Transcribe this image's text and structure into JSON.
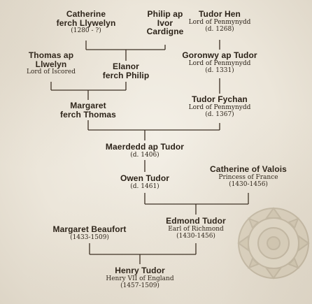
{
  "people": {
    "catherine_ferch_llywelyn": {
      "name_1": "Catherine",
      "name_2": "ferch Llywelyn",
      "dates": "(1280 - ?)"
    },
    "philip_ap_ivor_cardigne": {
      "name_1": "Philip ap",
      "name_2": "Ivor",
      "name_3": "Cardigne"
    },
    "tudor_hen": {
      "name": "Tudor Hen",
      "title": "Lord of Penmynydd",
      "dates": "(d. 1268)"
    },
    "thomas_ap_llwelyn": {
      "name_1": "Thomas ap",
      "name_2": "Llwelyn",
      "title": "Lord of Iscored"
    },
    "elanor_ferch_philip": {
      "name_1": "Elanor",
      "name_2": "ferch Philip"
    },
    "goronwy_ap_tudor": {
      "name": "Goronwy ap Tudor",
      "title": "Lord of Penmynydd",
      "dates": "(d. 1331)"
    },
    "margaret_ferch_thomas": {
      "name_1": "Margaret",
      "name_2": "ferch Thomas"
    },
    "tudor_fychan": {
      "name": "Tudor Fychan",
      "title": "Lord of Penmynydd",
      "dates": "(d. 1367)"
    },
    "maerdedd_ap_tudor": {
      "name": "Maerdedd ap Tudor",
      "dates": "(d. 1406)"
    },
    "owen_tudor": {
      "name": "Owen Tudor",
      "dates": "(d. 1461)"
    },
    "catherine_of_valois": {
      "name": "Catherine of Valois",
      "title": "Princess of France",
      "dates": "(1430-1456)"
    },
    "edmond_tudor": {
      "name": "Edmond Tudor",
      "title": "Earl of Richmond",
      "dates": "(1430-1456)"
    },
    "margaret_beaufort": {
      "name": "Margaret Beaufort",
      "dates": "(1433-1509)"
    },
    "henry_tudor": {
      "name": "Henry Tudor",
      "title": "Henry VII of England",
      "dates": "(1457-1509)"
    }
  },
  "colors": {
    "text": "#2b2218",
    "line": "#3a2e22",
    "background": "#ece6da",
    "rose": "#b9ab8c"
  },
  "decorations": {
    "rose_icon": "tudor-rose-icon"
  }
}
